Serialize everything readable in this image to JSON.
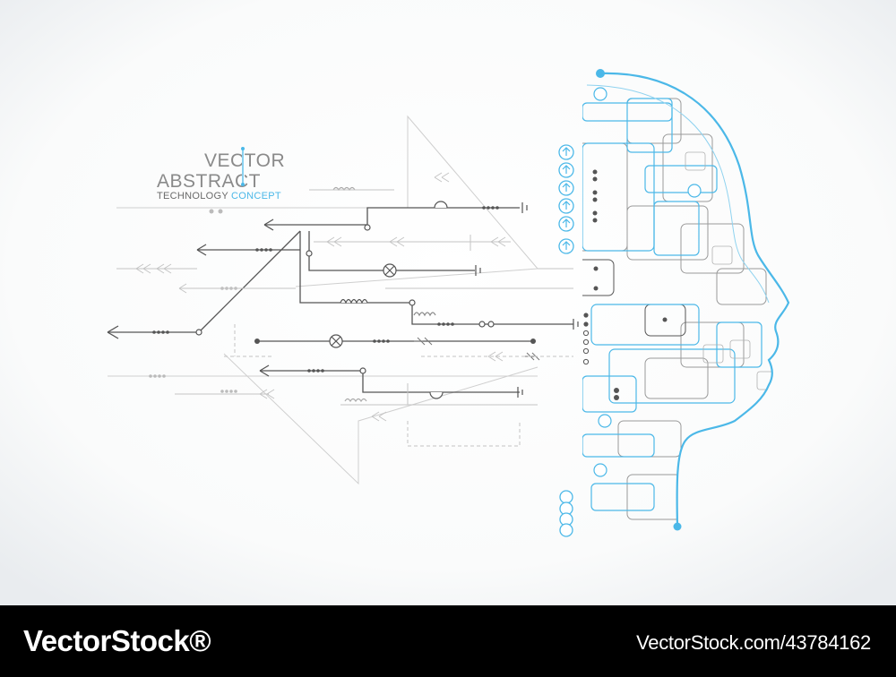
{
  "artwork": {
    "title_line1": "VECTOR",
    "title_line2": "ABSTRACT",
    "title_line3a": "TECHNOLOGY",
    "title_line3b": "CONCEPT",
    "colors": {
      "background_center": "#ffffff",
      "background_edge": "#e9ecef",
      "circuit_dark": "#555555",
      "circuit_light": "#c4c4c4",
      "accent_blue": "#4bb8e8",
      "title_gray": "#8a8a8a"
    },
    "icons": [
      "arrow-up-circle-icon",
      "lamp-symbol-icon",
      "inductor-coil-icon",
      "battery-symbol-icon",
      "chevron-arrow-icon"
    ]
  },
  "footer": {
    "logo": "VectorStock®",
    "image_id": "VectorStock.com/43784162"
  }
}
